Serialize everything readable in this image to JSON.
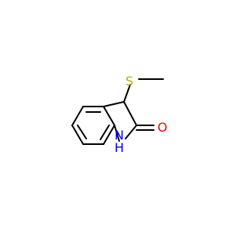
{
  "molecule": {
    "atoms": {
      "sulfur": {
        "symbol": "S",
        "color": "#b2b200"
      },
      "oxygen": {
        "symbol": "O",
        "color": "#ff0000"
      },
      "nitrogen": {
        "symbol": "N",
        "color": "#0000ff"
      },
      "hydrogen": {
        "symbol": "H",
        "color": "#0000ff"
      }
    },
    "bond_color": "#000000",
    "background": "#ffffff"
  }
}
